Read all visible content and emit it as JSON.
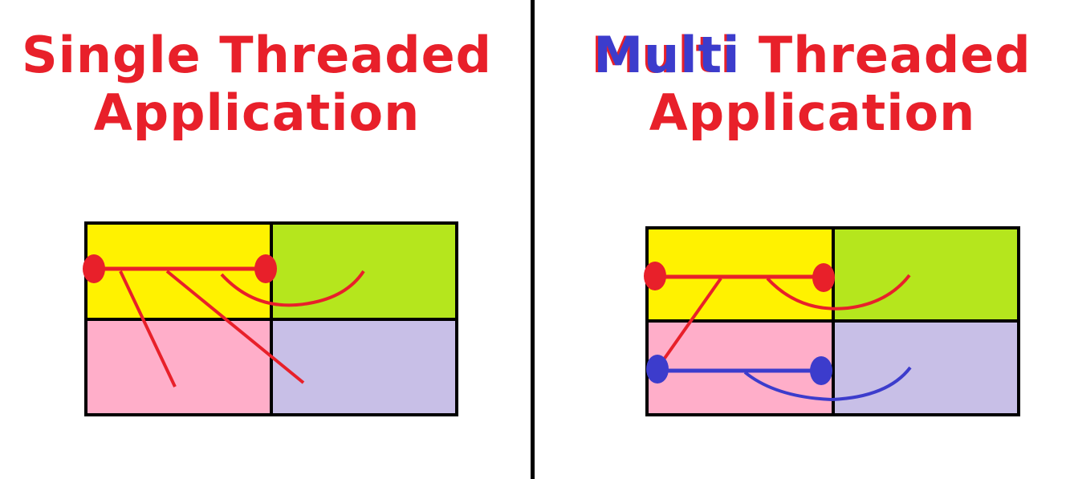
{
  "left": {
    "title_line1": "Single Threaded",
    "title_line2": "Application"
  },
  "right": {
    "title_multi": "Multi",
    "title_rest": " Threaded",
    "title_line2": "Application"
  },
  "colors": {
    "text_red": "#e8202a",
    "text_blue": "#3c3ccc",
    "cell_yellow": "#fff200",
    "cell_green": "#b5e61d",
    "cell_pink": "#ffaec9",
    "cell_lavender": "#c8bfe7",
    "thread_red": "#e8202a",
    "thread_blue": "#3c3ccc",
    "grid_border": "#000000"
  }
}
